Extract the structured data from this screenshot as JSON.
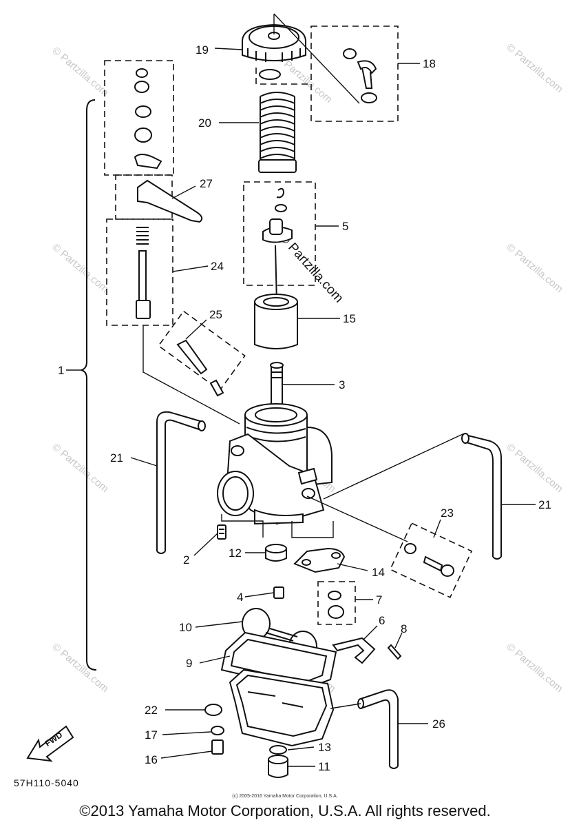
{
  "callouts": {
    "c1": "1",
    "c2": "2",
    "c3": "3",
    "c4": "4",
    "c5": "5",
    "c6": "6",
    "c7": "7",
    "c8": "8",
    "c9": "9",
    "c10": "10",
    "c11": "11",
    "c12": "12",
    "c13": "13",
    "c14": "14",
    "c15": "15",
    "c16": "16",
    "c17": "17",
    "c18": "18",
    "c19": "19",
    "c20": "20",
    "c21a": "21",
    "c21b": "21",
    "c22": "22",
    "c23": "23",
    "c24": "24",
    "c25": "25",
    "c26": "26",
    "c27": "27"
  },
  "watermark": "© Partzilla.com",
  "fwd_label": "FWD",
  "part_code": "57H110-5040",
  "small_copyright": "(c) 2005-2016 Yamaha Motor Corporation, U.S.A.",
  "copyright": "©2013 Yamaha Motor Corporation, U.S.A. All rights reserved."
}
